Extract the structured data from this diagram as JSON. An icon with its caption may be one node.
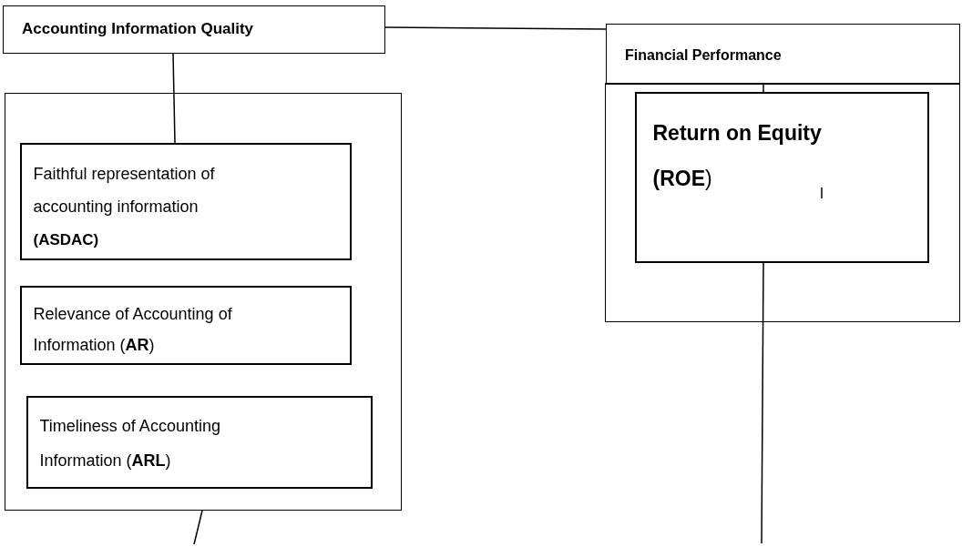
{
  "diagram": {
    "nodes": [
      {
        "text": [
          "Accounting Information Quality"
        ]
      },
      {
        "text": [
          "Financial Performance"
        ]
      },
      {
        "text": [],
        "shape": "box"
      },
      {
        "text": [
          "Faithful representation of accounting information",
          "(ASDAC)"
        ],
        "in": 2
      },
      {
        "text": [
          "Relevance of Accounting of Information (**AR**)"
        ],
        "in": 2
      },
      {
        "text": [
          "Timeliness of Accounting Information (**ARL**)"
        ],
        "in": 2
      },
      {
        "text": [],
        "shape": "box"
      },
      {
        "text": [
          "**Return on Equity (ROE**)"
        ],
        "in": 6
      }
    ],
    "edges": [
      {
        "from": 0,
        "to": 1,
        "arrow": "none"
      },
      {
        "from": 0,
        "to": 3,
        "arrow": "none"
      },
      {
        "from": 1,
        "to": 7,
        "arrow": "none"
      },
      {
        "from": 7,
        "to": null,
        "arrow": "none"
      },
      {
        "from": 2,
        "to": null,
        "arrow": "none"
      }
    ]
  }
}
